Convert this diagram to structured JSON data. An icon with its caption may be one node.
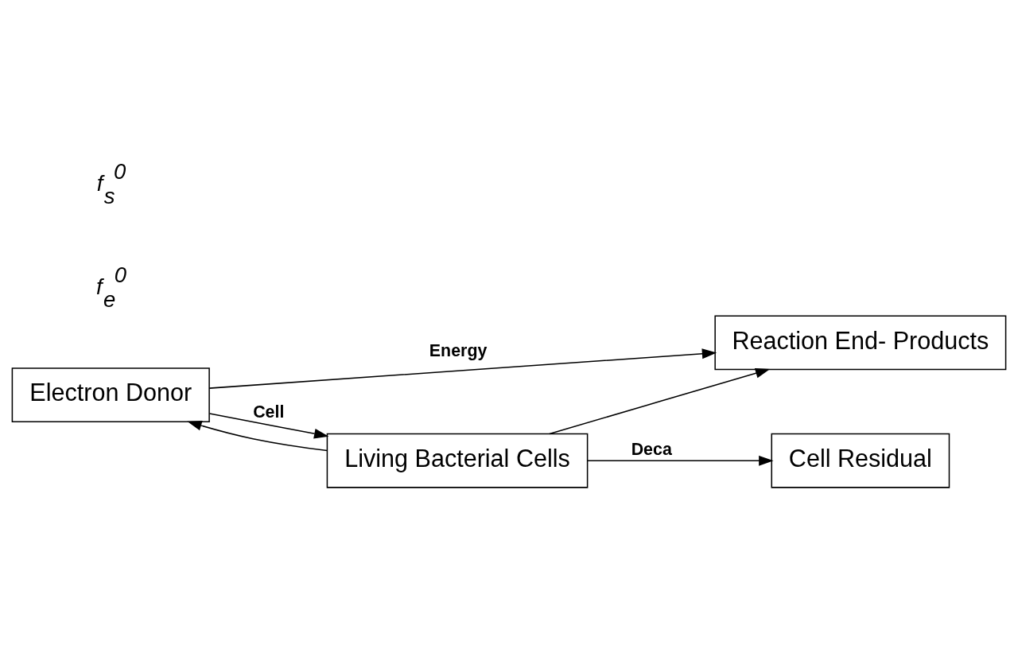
{
  "diagram": {
    "nodes": [
      {
        "text": [
          "Reaction End- Products"
        ]
      },
      {
        "text": [
          "Electron Donor"
        ]
      },
      {
        "text": [
          "Living Bacterial Cells"
        ]
      },
      {
        "text": [
          "Cell Residual"
        ]
      }
    ],
    "edges": [
      {
        "from": 1,
        "to": 0,
        "arrow": "to",
        "label": "Energy"
      },
      {
        "from": 2,
        "to": 0,
        "arrow": "to"
      },
      {
        "from": 1,
        "to": 2,
        "arrow": "to",
        "label": "Cell"
      },
      {
        "from": 2,
        "to": 3,
        "arrow": "to",
        "label": "Deca"
      },
      {
        "from": 2,
        "to": 1,
        "arrow": "to"
      }
    ],
    "labels": [
      "f$_{e}$$^{0}$",
      "f$_{s}$$^{0}$"
    ]
  }
}
